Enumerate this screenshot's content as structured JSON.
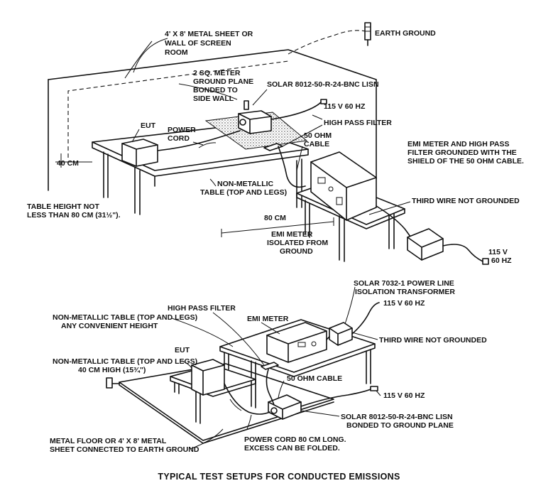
{
  "top_setup": {
    "wall": [
      "4' x 8' METAL SHEET OR",
      "WALL OF SCREEN",
      "ROOM"
    ],
    "earth_ground": "EARTH GROUND",
    "ground_plane": [
      "2 SQ. METER",
      "GROUND PLANE",
      "BONDED TO",
      "SIDE WALL"
    ],
    "lisn": "SOLAR 8012-50-R-24-BNC LISN",
    "mains": "115 V 60 Hz",
    "high_pass_filter": "HIGH PASS FILTER",
    "eut": "EUT",
    "power_cord": [
      "POWER",
      "CORD"
    ],
    "cable_50_ohm": [
      "50 OHM",
      "CABLE"
    ],
    "emi_meter_grounded": [
      "EMI METER AND HIGH PASS",
      "FILTER GROUNDED WITH THE",
      "SHIELD OF THE 50 OHM CABLE."
    ],
    "distance_40cm": "40 cm",
    "non_metallic_table": [
      "NON-METALLIC",
      "TABLE (TOP AND LEGS)"
    ],
    "third_wire": "THIRD WIRE NOT GROUNDED",
    "table_height": [
      "TABLE HEIGHT NOT",
      "LESS THAN 80 cm (31½\")."
    ],
    "distance_80cm": "80 cm",
    "emi_meter_isolated": [
      "EMI METER",
      "ISOLATED FROM",
      "GROUND"
    ],
    "mains_right": [
      "115 V",
      "60 Hz"
    ]
  },
  "bottom_setup": {
    "isolation_transformer": [
      "SOLAR 7032-1 POWER LINE",
      "ISOLATION TRANSFORMER"
    ],
    "mains_transformer": "115 V 60 Hz",
    "high_pass_filter": "HIGH PASS FILTER",
    "emi_meter": "EMI METER",
    "table_any_height": [
      "NON-METALLIC TABLE (TOP AND LEGS)",
      "ANY CONVENIENT HEIGHT"
    ],
    "third_wire": "THIRD WIRE NOT GROUNDED",
    "eut": "EUT",
    "table_40cm": [
      "NON-METALLIC TABLE (TOP AND LEGS)",
      "40 cm HIGH (15¾\")"
    ],
    "cable_50_ohm": "50 OHM CABLE",
    "mains": "115 V 60 Hz",
    "lisn": [
      "SOLAR 8012-50-R-24-BNC LISN",
      "BONDED TO GROUND PLANE"
    ],
    "metal_floor": [
      "METAL FLOOR OR 4' x 8' METAL",
      "SHEET CONNECTED TO EARTH GROUND"
    ],
    "power_cord": [
      "POWER CORD 80 cm LONG.",
      "EXCESS CAN BE FOLDED."
    ]
  },
  "caption": "TYPICAL TEST SETUPS FOR CONDUCTED EMISSIONS"
}
